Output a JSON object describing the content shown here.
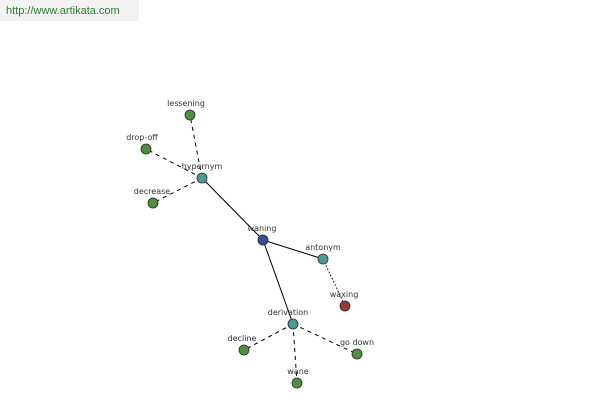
{
  "header": {
    "url": "http://www.artikata.com"
  },
  "graph": {
    "center": {
      "id": "waning",
      "label": "waning",
      "color": "#3b4a9a"
    },
    "relations": [
      {
        "id": "hypernym",
        "label": "hypernym",
        "color": "#4f9a94"
      },
      {
        "id": "antonym",
        "label": "antonym",
        "color": "#4f9a94"
      },
      {
        "id": "derivation",
        "label": "derivation",
        "color": "#4f9a94"
      }
    ],
    "words": [
      {
        "id": "lessening",
        "label": "lessening",
        "relation": "hypernym",
        "color": "#4f8f3f"
      },
      {
        "id": "drop-off",
        "label": "drop-off",
        "relation": "hypernym",
        "color": "#4f8f3f"
      },
      {
        "id": "decrease",
        "label": "decrease",
        "relation": "hypernym",
        "color": "#4f8f3f"
      },
      {
        "id": "waxing",
        "label": "waxing",
        "relation": "antonym",
        "color": "#9a3a3a"
      },
      {
        "id": "decline",
        "label": "decline",
        "relation": "derivation",
        "color": "#4f8f3f"
      },
      {
        "id": "go-down",
        "label": "go down",
        "relation": "derivation",
        "color": "#4f8f3f"
      },
      {
        "id": "wane",
        "label": "wane",
        "relation": "derivation",
        "color": "#4f8f3f"
      }
    ]
  }
}
